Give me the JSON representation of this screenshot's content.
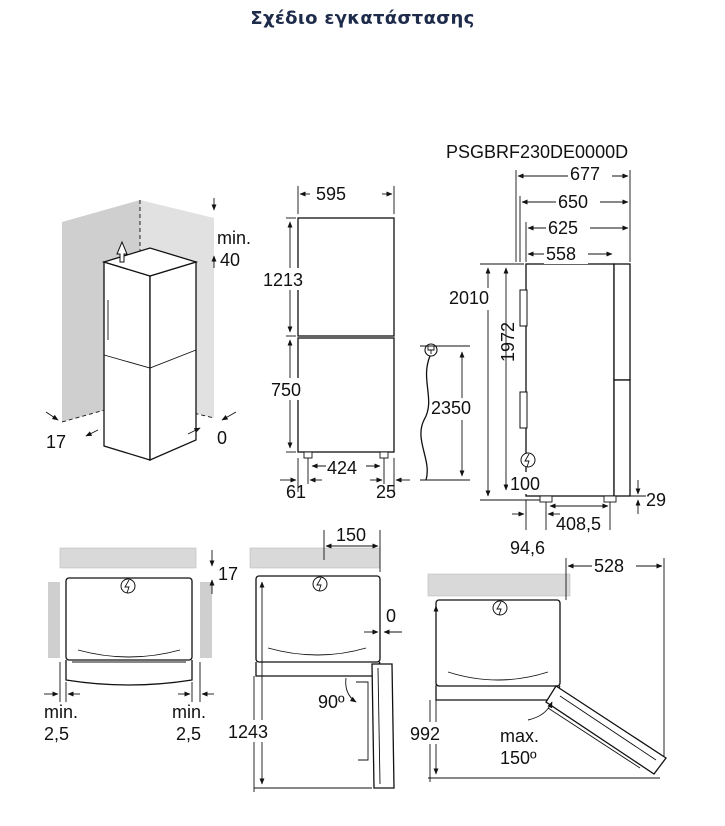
{
  "title": "Σχέδιο εγκατάστασης",
  "model_code": "PSGBRF230DE0000D",
  "icons": {
    "power_plug": "plug-icon",
    "electric_bolt": "lightning-icon",
    "ventilation_arrow": "up-arrow-icon"
  },
  "perspective_view": {
    "top_clearance": "min.\n40",
    "top_clearance_line1": "min.",
    "top_clearance_line2": "40",
    "side_clearance": "17",
    "back_clearance": "0"
  },
  "front_view": {
    "width": "595",
    "freezer_height": "1213",
    "fridge_height": "750",
    "feet_span": "424",
    "left_offset": "61",
    "right_offset": "25",
    "cable_length": "2350"
  },
  "side_view": {
    "depth_total": "677",
    "depth_650": "650",
    "depth_625": "625",
    "depth_558": "558",
    "height_total": "2010",
    "height_body": "1972",
    "bottom_100": "100",
    "bottom_29": "29",
    "foot_offset": "94,6",
    "foot_span": "408,5"
  },
  "top_view_1": {
    "wall_gap": "17",
    "left_min_line1": "min.",
    "left_min_line2": "2,5",
    "right_min_line1": "min.",
    "right_min_line2": "2,5"
  },
  "top_view_2": {
    "door_offset": "150",
    "side_gap": "0",
    "door_angle": "90º",
    "open_depth": "1243"
  },
  "top_view_3": {
    "door_width": "528",
    "open_depth": "992",
    "max_angle_line1": "max.",
    "max_angle_line2": "150º"
  }
}
